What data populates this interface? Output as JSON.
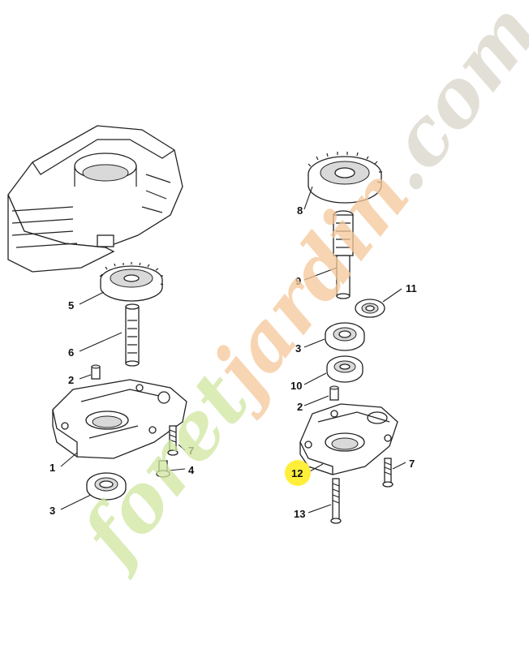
{
  "labels": {
    "p1": "1",
    "p2a": "2",
    "p2b": "2",
    "p3a": "3",
    "p3b": "3",
    "p4": "4",
    "p5": "5",
    "p6": "6",
    "p7a": "7",
    "p7b": "7",
    "p8": "8",
    "p9": "9",
    "p10": "10",
    "p11": "11",
    "p12": "12",
    "p13": "13"
  },
  "highlight_color": "#ffef3a",
  "watermark": {
    "text": "foretjardin.com",
    "colors": {
      "foret": "#cfe6a0",
      "jardin": "#f5c89a",
      "com": "#d9d6c9"
    }
  }
}
